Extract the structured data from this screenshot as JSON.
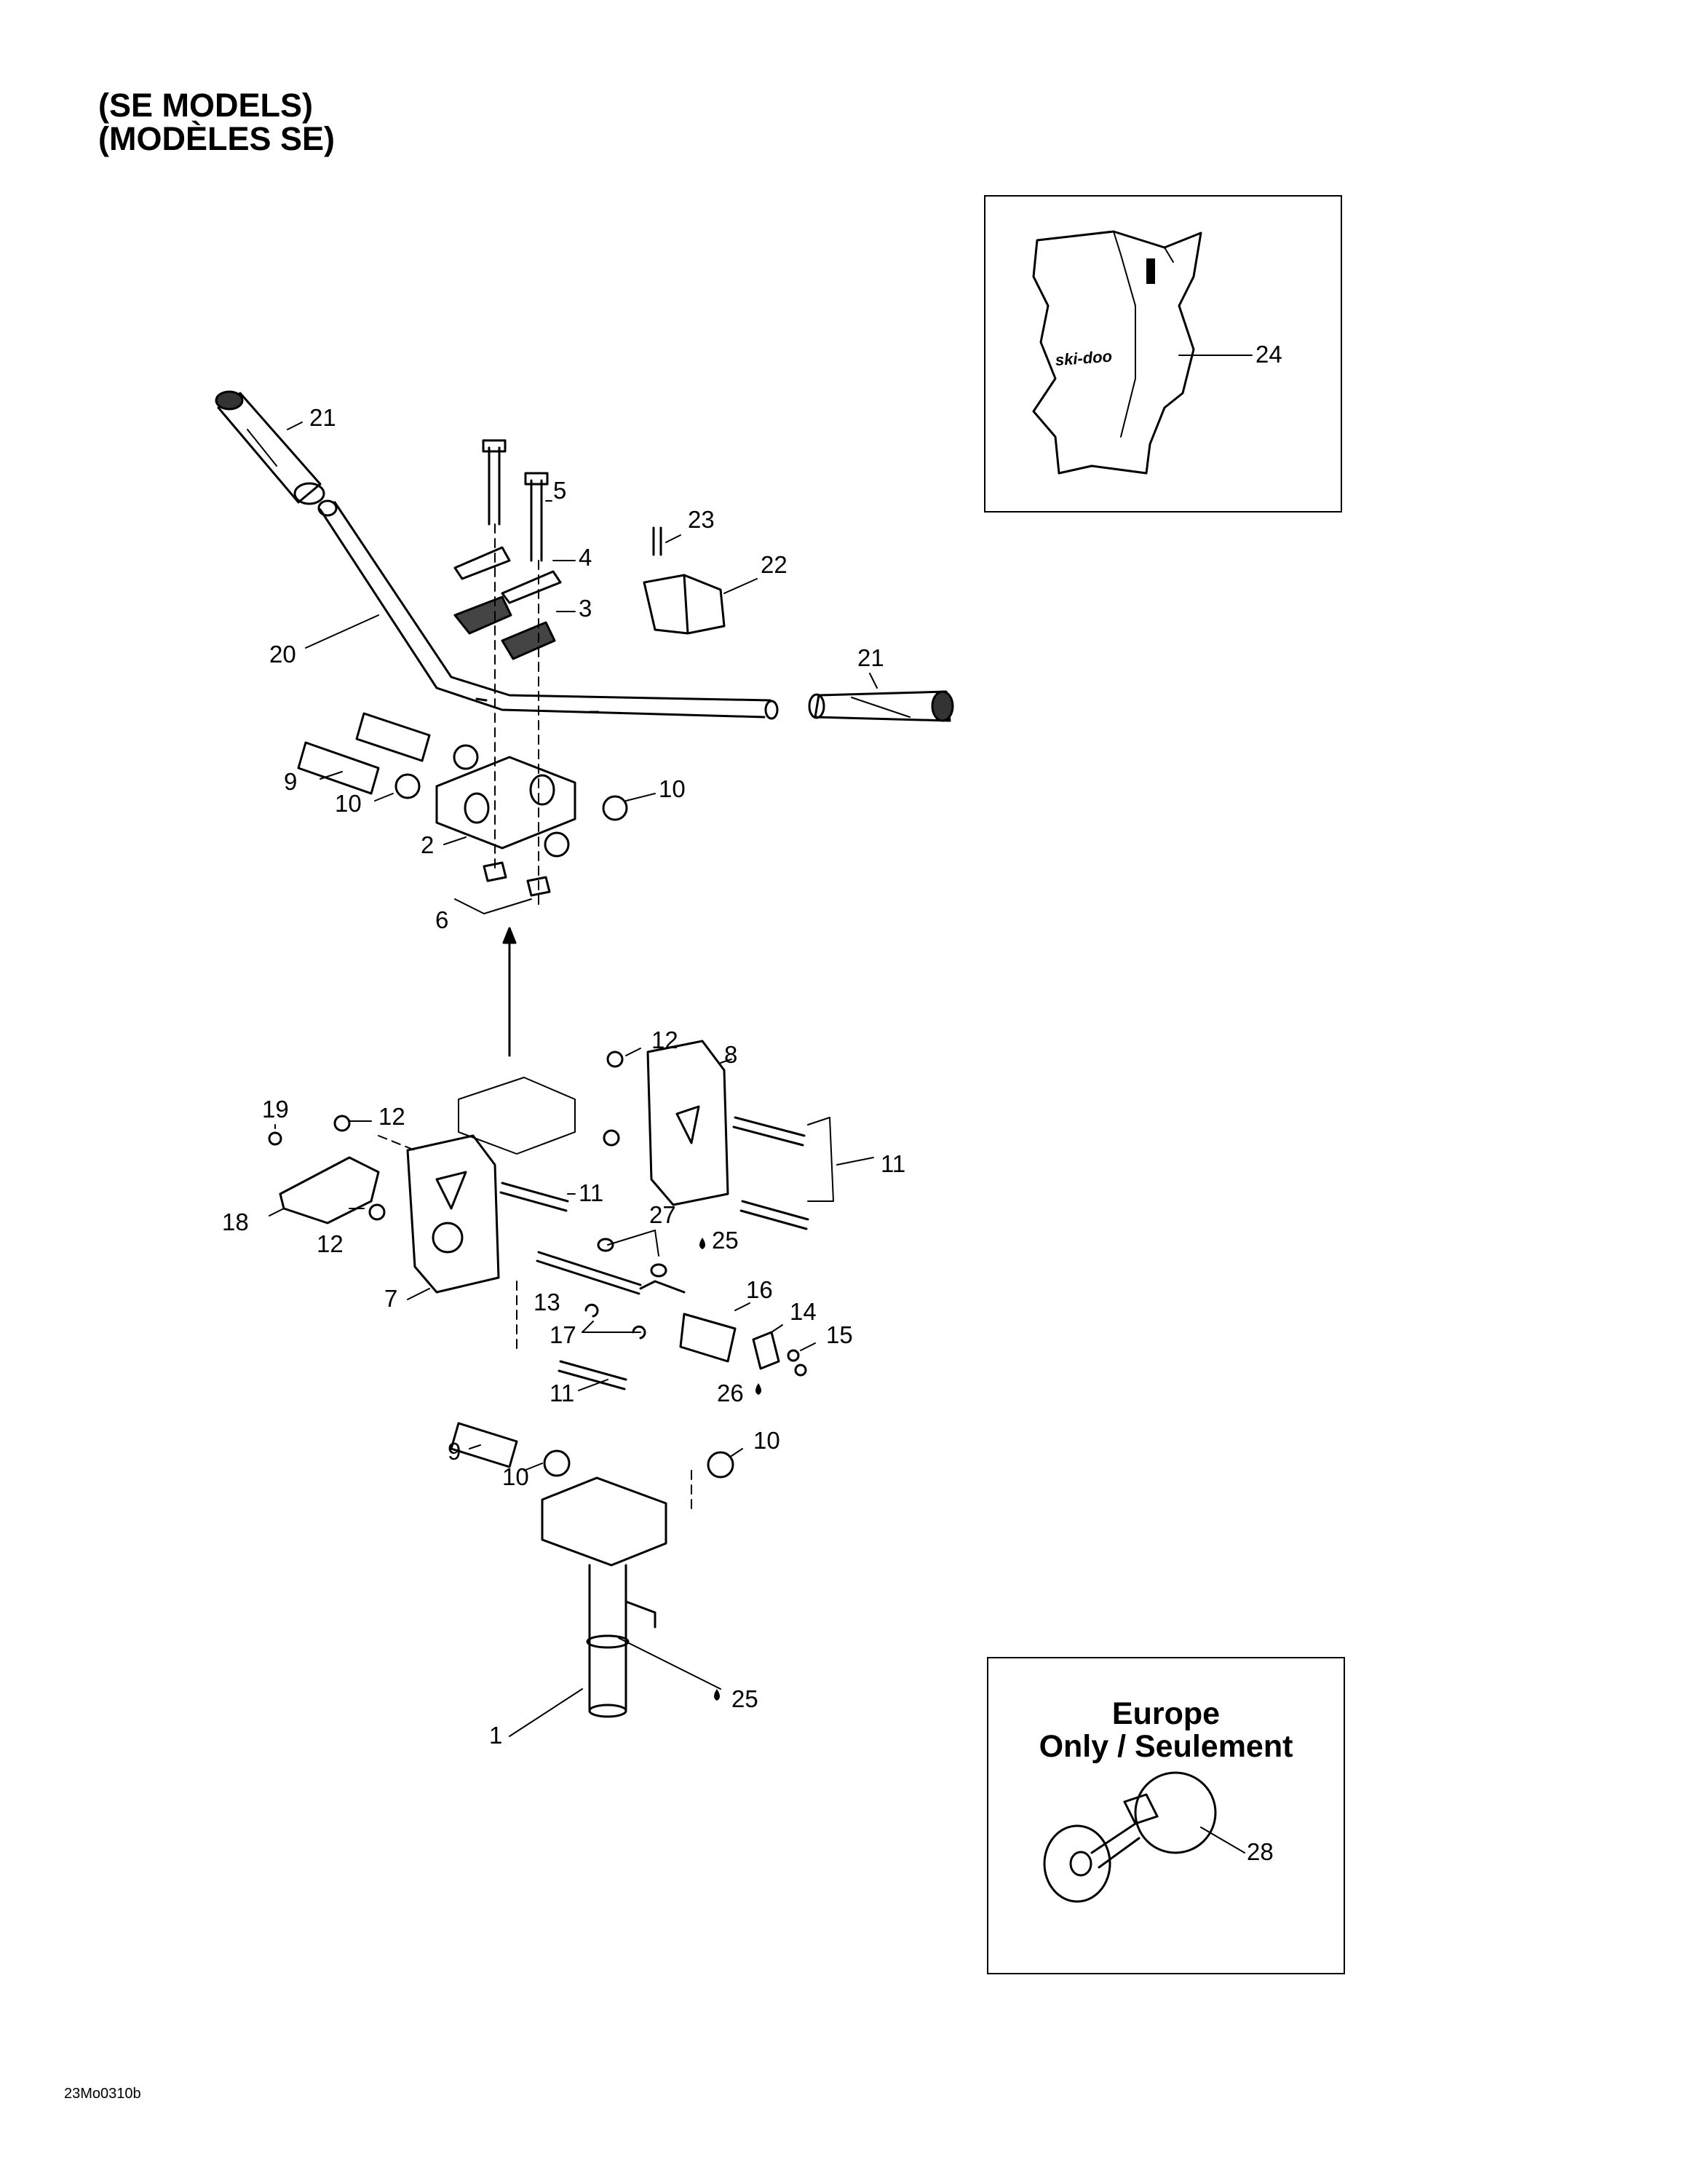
{
  "title": {
    "line1": "(SE MODELS)",
    "line2": "(MODÈLES SE)"
  },
  "figure_code": "23Mo0310b",
  "europe_note": {
    "line1": "Europe",
    "line2": "Only / Seulement"
  },
  "cover_logo": "ski-doo",
  "callouts": {
    "c1": "1",
    "c2": "2",
    "c3": "3",
    "c4": "4",
    "c5": "5",
    "c6": "6",
    "c7": "7",
    "c8": "8",
    "c9a": "9",
    "c9b": "9",
    "c10a": "10",
    "c10b": "10",
    "c10c": "10",
    "c10d": "10",
    "c11a": "11",
    "c11b": "11",
    "c11c": "11",
    "c12a": "12",
    "c12b": "12",
    "c12c": "12",
    "c13": "13",
    "c14": "14",
    "c15": "15",
    "c16": "16",
    "c17": "17",
    "c18": "18",
    "c19": "19",
    "c20": "20",
    "c21a": "21",
    "c21b": "21",
    "c22": "22",
    "c23": "23",
    "c24": "24",
    "c25a": "25",
    "c25b": "25",
    "c26": "26",
    "c27": "27",
    "c28": "28"
  }
}
